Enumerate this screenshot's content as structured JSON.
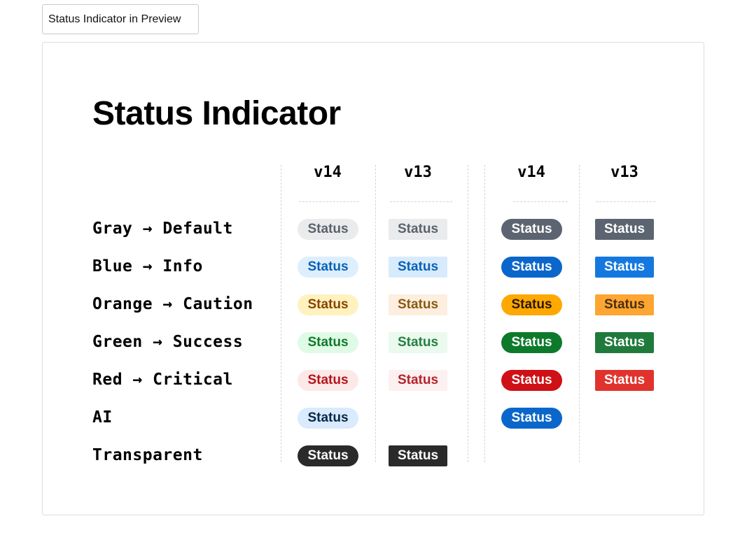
{
  "tab": {
    "label": "Status Indicator in Preview"
  },
  "title": "Status Indicator",
  "columns": [
    "v14",
    "v13",
    "v14",
    "v13"
  ],
  "badge_text": "Status",
  "rows": [
    {
      "label": "Gray → Default",
      "cells": [
        {
          "bg": "#e9ebed",
          "fg": "#5b636b"
        },
        {
          "bg": "#e9ebed",
          "fg": "#5b636b"
        },
        {
          "bg": "#5b6470",
          "fg": "#ffffff"
        },
        {
          "bg": "#5b6470",
          "fg": "#ffffff"
        }
      ]
    },
    {
      "label": "Blue → Info",
      "cells": [
        {
          "bg": "#ddeefd",
          "fg": "#0862b6"
        },
        {
          "bg": "#d7ebfc",
          "fg": "#0862b6"
        },
        {
          "bg": "#0a66cb",
          "fg": "#ffffff"
        },
        {
          "bg": "#1478e0",
          "fg": "#ffffff"
        }
      ]
    },
    {
      "label": "Orange → Caution",
      "cells": [
        {
          "bg": "#fff2be",
          "fg": "#8a4300"
        },
        {
          "bg": "#fdeedf",
          "fg": "#8a5a12"
        },
        {
          "bg": "#ffa800",
          "fg": "#2a1800"
        },
        {
          "bg": "#ffa531",
          "fg": "#4a2f10"
        }
      ]
    },
    {
      "label": "Green → Success",
      "cells": [
        {
          "bg": "#dffbe6",
          "fg": "#107a2c"
        },
        {
          "bg": "#eafaee",
          "fg": "#258041"
        },
        {
          "bg": "#0d7a2b",
          "fg": "#ffffff"
        },
        {
          "bg": "#207a3c",
          "fg": "#ffffff"
        }
      ]
    },
    {
      "label": "Red → Critical",
      "cells": [
        {
          "bg": "#fde8e8",
          "fg": "#b5141b"
        },
        {
          "bg": "#fdf0f0",
          "fg": "#b5232b"
        },
        {
          "bg": "#cf1016",
          "fg": "#ffffff"
        },
        {
          "bg": "#e1332d",
          "fg": "#ffffff"
        }
      ]
    },
    {
      "label": "AI",
      "cells": [
        {
          "bg": "#d9ebfc",
          "fg": "#06274a"
        },
        null,
        {
          "bg": "#0a66cb",
          "fg": "#ffffff"
        },
        null
      ]
    },
    {
      "label": "Transparent",
      "cells": [
        {
          "bg": "#2a2a2a",
          "fg": "#ffffff"
        },
        {
          "bg": "#2a2a2a",
          "fg": "#ffffff"
        },
        null,
        null
      ]
    }
  ]
}
